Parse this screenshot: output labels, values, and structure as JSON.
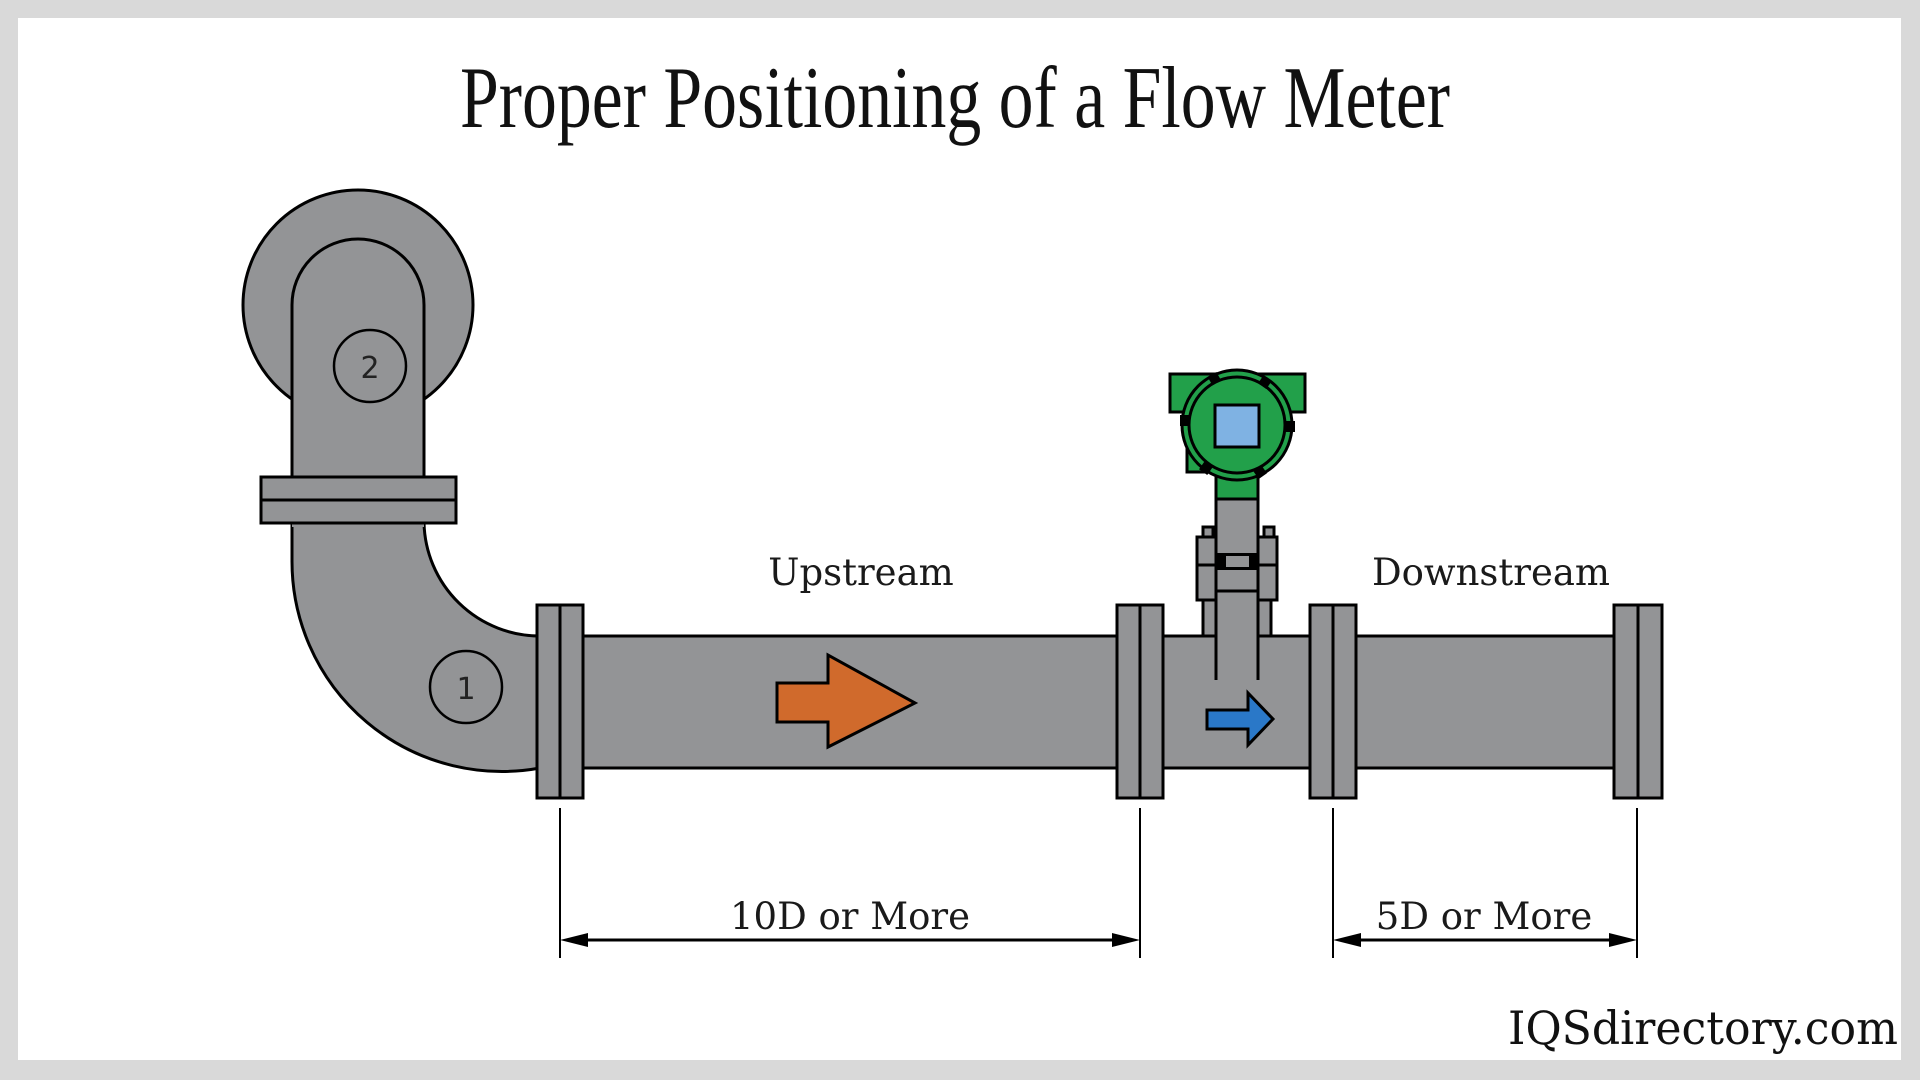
{
  "title": "Proper Positioning of a Flow Meter",
  "labels": {
    "upstream": "Upstream",
    "downstream": "Downstream"
  },
  "markers": [
    {
      "id": "1",
      "text": "1"
    },
    {
      "id": "2",
      "text": "2"
    }
  ],
  "dimensions": {
    "upstream_length": "10D or More",
    "downstream_length": "5D or More"
  },
  "brand": "IQSdirectory.com",
  "colors": {
    "pipe": "#939496",
    "upstream_arrow": "#d06a2c",
    "downstream_arrow": "#2a78c8",
    "meter_body": "#22a04a",
    "meter_display": "#7fb2e3",
    "background_border": "#d9d9d9"
  },
  "icons": {
    "upstream_flow": "arrow-right-icon",
    "meter_flow": "arrow-right-icon"
  }
}
